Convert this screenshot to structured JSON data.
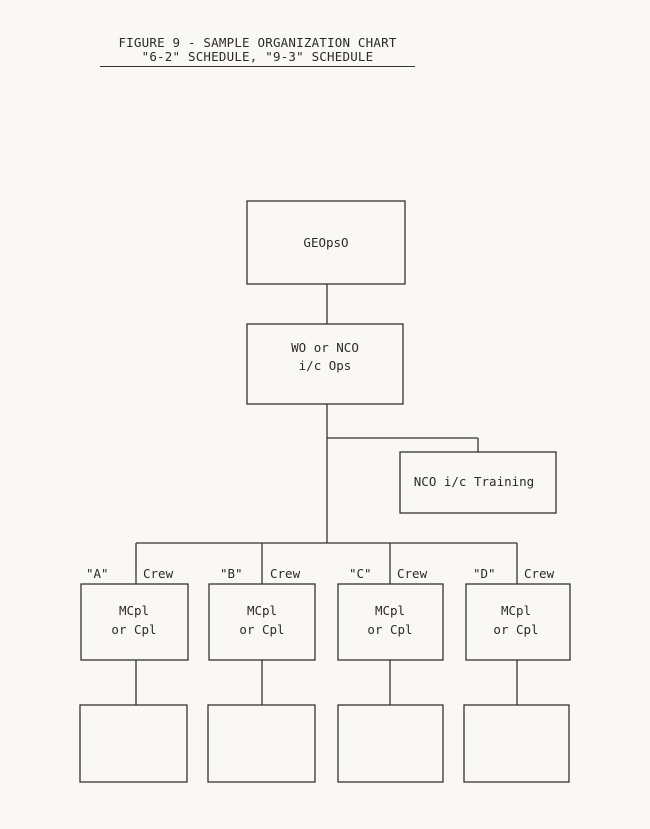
{
  "title": {
    "line1": "FIGURE 9 - SAMPLE ORGANIZATION CHART",
    "line2": "\"6-2\" SCHEDULE, \"9-3\" SCHEDULE"
  },
  "nodes": {
    "geopso": {
      "lines": [
        "GEOpsO"
      ]
    },
    "ops": {
      "lines": [
        "WO or NCO",
        "i/c Ops"
      ]
    },
    "training": {
      "lines": [
        "NCO i/c Training"
      ]
    },
    "crews": [
      {
        "letter": "\"A\"",
        "word": "Crew",
        "lines": [
          "MCpl",
          "or Cpl"
        ]
      },
      {
        "letter": "\"B\"",
        "word": "Crew",
        "lines": [
          "MCpl",
          "or Cpl"
        ]
      },
      {
        "letter": "\"C\"",
        "word": "Crew",
        "lines": [
          "MCpl",
          "or Cpl"
        ]
      },
      {
        "letter": "\"D\"",
        "word": "Crew",
        "lines": [
          "MCpl",
          "or Cpl"
        ]
      }
    ]
  }
}
